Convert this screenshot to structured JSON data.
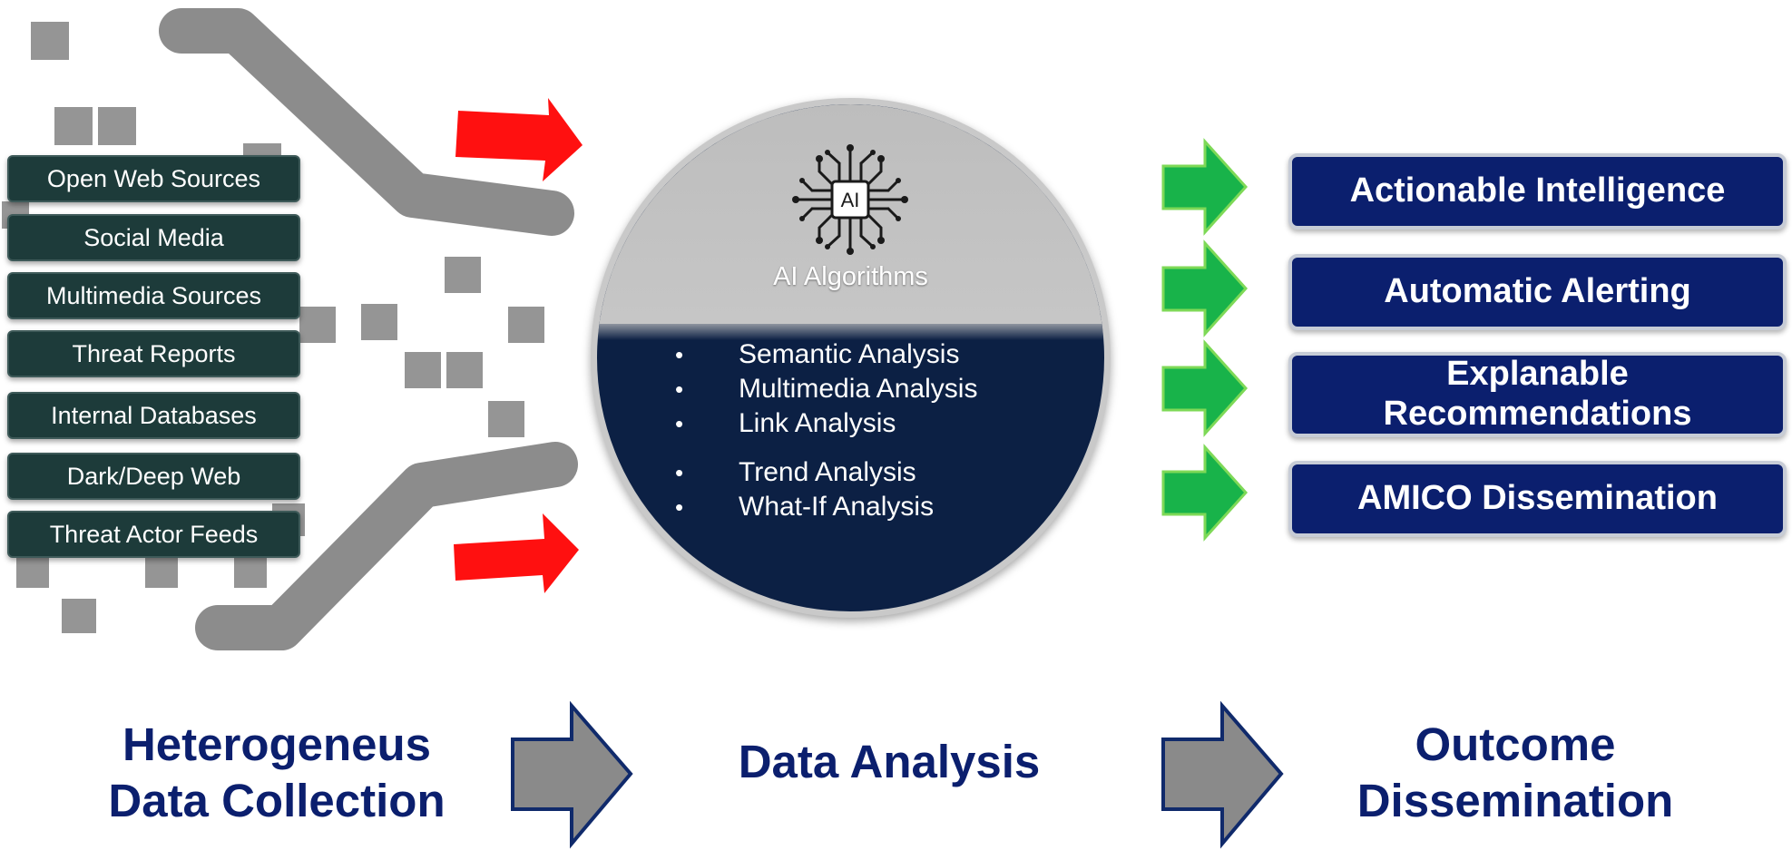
{
  "sources": [
    "Open Web Sources",
    "Social Media",
    "Multimedia Sources",
    "Threat Reports",
    "Internal Databases",
    "Dark/Deep Web",
    "Threat Actor Feeds"
  ],
  "analysis": {
    "title": "AI Algorithms",
    "chip_label": "AI",
    "methods": [
      "Semantic Analysis",
      "Multimedia Analysis",
      "Link Analysis",
      "Trend Analysis",
      "What-If  Analysis"
    ]
  },
  "outcomes": [
    "Actionable Intelligence",
    "Automatic Alerting",
    "Explanable Recommendations",
    "AMICO Dissemination"
  ],
  "stages": {
    "collection": "Heterogeneus Data Collection",
    "analysis": "Data Analysis",
    "dissemination": "Outcome Dissemination"
  },
  "colors": {
    "navy": "#0b1f6e",
    "circle": "#0c2044",
    "source_box": "#1d3b3a",
    "red_arrow": "#ff1010",
    "green_arrow": "#18b34a",
    "grey": "#8c8c8c"
  },
  "icons": [
    "ai-chip-icon",
    "red-arrow-icon",
    "green-arrow-icon",
    "stage-arrow-icon"
  ]
}
